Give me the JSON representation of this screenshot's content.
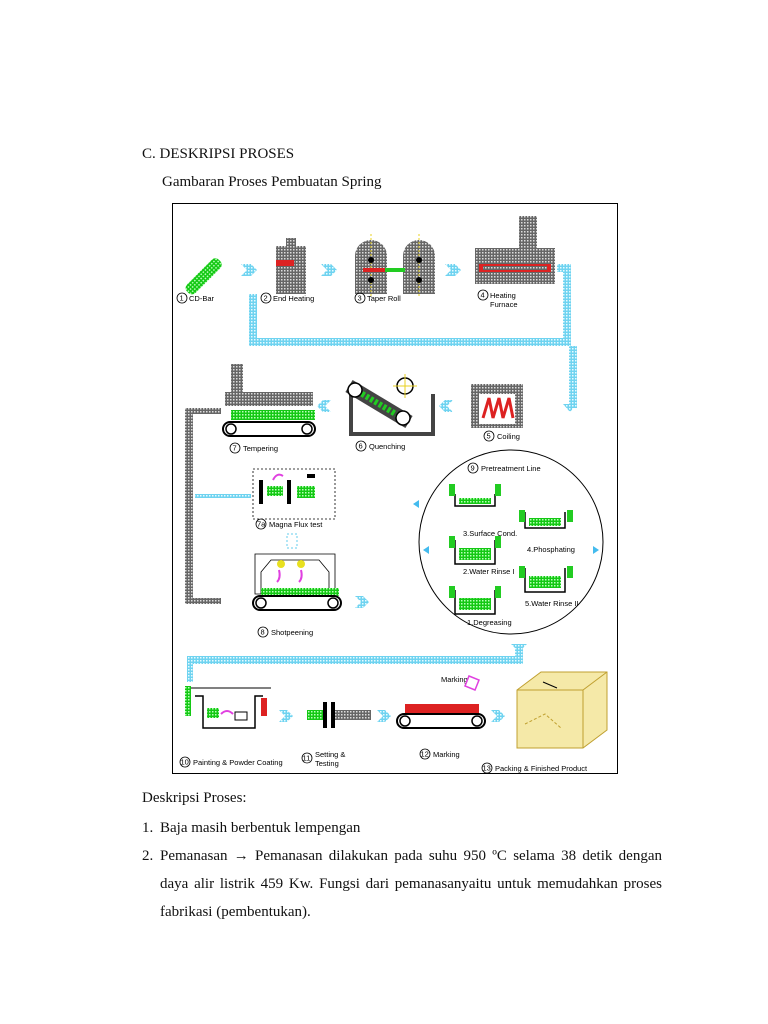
{
  "section_heading": "C. DESKRIPSI PROSES",
  "diagram_title": "Gambaran Proses Pembuatan Spring",
  "diagram": {
    "steps": [
      {
        "num": "1",
        "label": "CD-Bar"
      },
      {
        "num": "2",
        "label": "End  Heating"
      },
      {
        "num": "3",
        "label": "Taper  Roll"
      },
      {
        "num": "4",
        "label": "Heating",
        "label2": "Furnace"
      },
      {
        "num": "5",
        "label": "Coiling"
      },
      {
        "num": "6",
        "label": "Quenching"
      },
      {
        "num": "7",
        "label": "Tempering"
      },
      {
        "num": "7a",
        "label": "Magna Flux test"
      },
      {
        "num": "8",
        "label": "Shotpeening"
      },
      {
        "num": "9",
        "label": "Pretreatment Line"
      },
      {
        "num": "10",
        "label": "Painting  &  Powder  Coating"
      },
      {
        "num": "11",
        "label": "Setting  &",
        "label2": "Testing"
      },
      {
        "num": "12",
        "label": "Marking"
      },
      {
        "num": "13",
        "label": "Packing  &  Finished  Product"
      }
    ],
    "pretreatment": [
      "3.Surface Cond.",
      "4.Phosphating",
      "2.Water Rinse I",
      "5.Water Rinse II",
      "1.Degreasing"
    ],
    "marking_tool": "Marking",
    "colors": {
      "frame": "#555555",
      "spring": "#22cc22",
      "heat": "#dd2222",
      "conveyor": "#66ccee",
      "arrow": "#44bbee",
      "box": "#d8c060"
    }
  },
  "description_title": "Deskripsi Proses:",
  "list": [
    {
      "num": "1.",
      "text": "Baja masih berbentuk lempengan"
    },
    {
      "num": "2.",
      "text": "Pemanasan → Pemanasan dilakukan pada suhu 950 ºC selama 38 detik dengan daya alir listrik 459 Kw. Fungsi dari pemanasanyaitu untuk memudahkan proses fabrikasi (pembentukan)."
    }
  ]
}
